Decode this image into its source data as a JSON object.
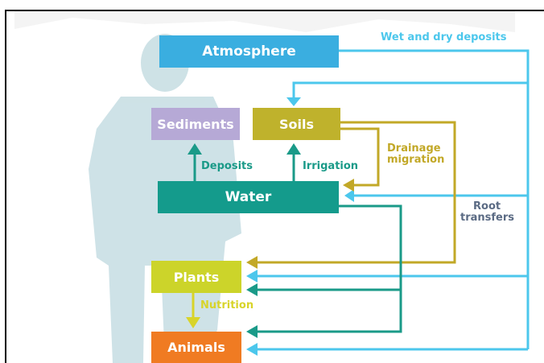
{
  "diagram": {
    "nodes": {
      "atmosphere": "Atmosphere",
      "sediments": "Sediments",
      "soils": "Soils",
      "water": "Water",
      "plants": "Plants",
      "animals": "Animals"
    },
    "edge_labels": {
      "wet_dry": "Wet and dry deposits",
      "deposits": "Deposits",
      "irrigation": "Irrigation",
      "drainage_line1": "Drainage",
      "drainage_line2": "migration",
      "root_line1": "Root",
      "root_line2": "transfers",
      "nutrition": "Nutrition"
    },
    "colors": {
      "atmosphere": "#3aaee0",
      "sediments": "#b6a9d6",
      "soils": "#bfb22c",
      "water": "#149b8c",
      "plants": "#ccd42a",
      "animals": "#f07b22",
      "cyan_arrow": "#4cc7ec",
      "olive_arrow": "#c2a827",
      "teal_arrow": "#1a9a88",
      "yellow_arrow": "#d8d42a"
    }
  }
}
